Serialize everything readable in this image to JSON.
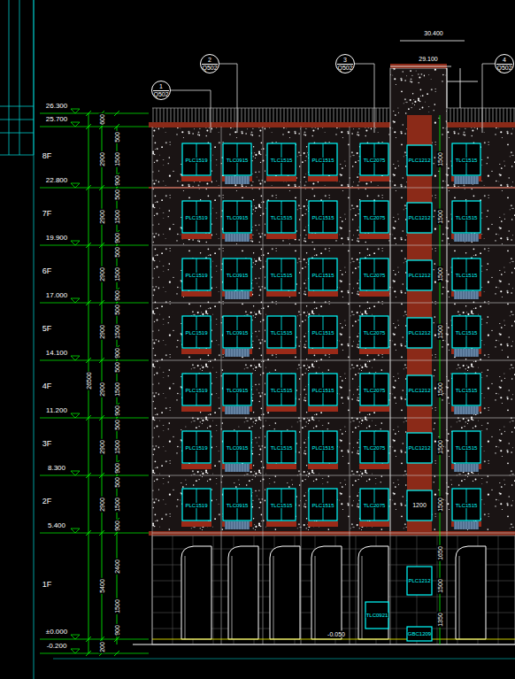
{
  "diagram": {
    "nodes": [
      {
        "text": [
          "1",
          "Q502"
        ]
      },
      {
        "text": [
          "2",
          "Q502"
        ]
      },
      {
        "text": [
          "3",
          "Q502"
        ]
      },
      {
        "text": [
          "4",
          "Q502"
        ]
      }
    ],
    "labels": [
      "30.400",
      "29.100",
      "26.300",
      "25.700",
      "22.800",
      "19.900",
      "17.000",
      "14.100",
      "11.200",
      "8.300",
      "5.400",
      "±0.000",
      "-0.200",
      "8F",
      "7F",
      "6F",
      "5F",
      "4F",
      "3F",
      "2F",
      "1F",
      "600",
      "2900",
      "2900",
      "2900",
      "2900",
      "2900",
      "2900",
      "2900",
      "5400",
      "200",
      "26500",
      "500",
      "1500",
      "900",
      "500",
      "1500",
      "900",
      "500",
      "1500",
      "900",
      "500",
      "1500",
      "900",
      "500",
      "1500",
      "900",
      "500",
      "1500",
      "900",
      "500",
      "1500",
      "900",
      "2400",
      "1500",
      "900",
      "PLC1519",
      "TLC0915",
      "TLC1515",
      "PLC1515",
      "TLC2075",
      "TLC1515",
      "PLC1519",
      "TLC0915",
      "TLC1515",
      "PLC1515",
      "TLC2075",
      "TLC1515",
      "PLC1519",
      "TLC0915",
      "TLC1515",
      "PLC1515",
      "TLC2075",
      "TLC1515",
      "PLC1519",
      "TLC0915",
      "TLC1515",
      "PLC1515",
      "TLC2075",
      "TLC1515",
      "PLC1519",
      "TLC0915",
      "TLC1515",
      "PLC1515",
      "TLC2075",
      "TLC1515",
      "PLC1519",
      "TLC0915",
      "TLC1515",
      "PLC1515",
      "TLC2075",
      "TLC1515",
      "PLC1519",
      "TLC0915",
      "TLC1515",
      "PLC1515",
      "TLC2075",
      "TLC1515",
      "PLC1212",
      "PLC1212",
      "PLC1212",
      "PLC1212",
      "PLC1212",
      "PLC1212",
      "PLC1212",
      "TLC0921",
      "GBC1209",
      "1500",
      "1500",
      "1500",
      "1500",
      "1500",
      "1500",
      "1500",
      "1650",
      "1500",
      "1350",
      "1200",
      "-0.050"
    ]
  }
}
